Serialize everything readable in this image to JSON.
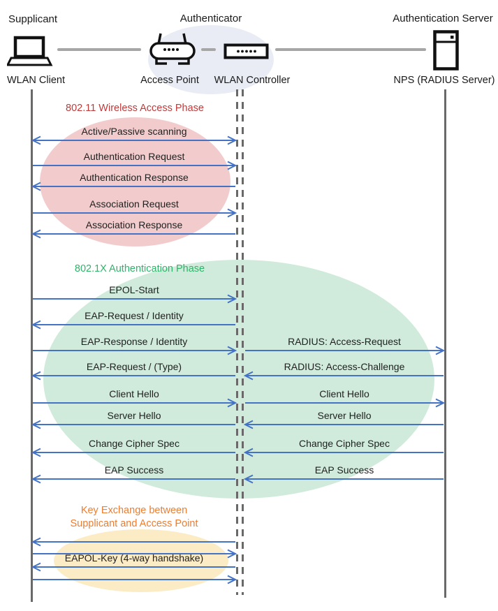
{
  "header": {
    "supplicant_role": "Supplicant",
    "authenticator_role": "Authenticator",
    "auth_server_role": "Authentication Server",
    "wlan_client": "WLAN Client",
    "access_point": "Access Point",
    "wlan_controller": "WLAN Controller",
    "nps": "NPS (RADIUS Server)",
    "authenticator_ellipse_color": "#e9ecf5"
  },
  "arrow_color": "#4472c4",
  "phases": [
    {
      "title": "802.11 Wireless Access Phase",
      "title_color": "#be3b3b",
      "ellipse_color": "#f2cccc",
      "messages": [
        {
          "left": {
            "label": "Active/Passive scanning",
            "direction": "bidirectional"
          }
        },
        {
          "left": {
            "label": "Authentication Request",
            "direction": "left-to-right"
          }
        },
        {
          "left": {
            "label": "Authentication Response",
            "direction": "right-to-left"
          }
        },
        {
          "left": {
            "label": "Association Request",
            "direction": "left-to-right"
          }
        },
        {
          "left": {
            "label": "Association Response",
            "direction": "right-to-left"
          }
        }
      ]
    },
    {
      "title": "802.1X Authentication Phase",
      "title_color": "#2eb468",
      "ellipse_color": "#d0ebdc",
      "messages": [
        {
          "left": {
            "label": "EPOL-Start",
            "direction": "left-to-right"
          }
        },
        {
          "left": {
            "label": "EAP-Request / Identity",
            "direction": "right-to-left"
          }
        },
        {
          "left": {
            "label": "EAP-Response / Identity",
            "direction": "left-to-right"
          },
          "right": {
            "label": "RADIUS: Access-Request",
            "direction": "left-to-right"
          }
        },
        {
          "left": {
            "label": "EAP-Request / (Type)",
            "direction": "right-to-left"
          },
          "right": {
            "label": "RADIUS: Access-Challenge",
            "direction": "right-to-left"
          }
        },
        {
          "left": {
            "label": "Client Hello",
            "direction": "left-to-right"
          },
          "right": {
            "label": "Client Hello",
            "direction": "left-to-right"
          }
        },
        {
          "left": {
            "label": "Server Hello",
            "direction": "right-to-left"
          },
          "right": {
            "label": "Server Hello",
            "direction": "right-to-left"
          }
        },
        {
          "left": {
            "label": "Change Cipher Spec",
            "direction": "right-to-left"
          },
          "right": {
            "label": "Change Cipher Spec",
            "direction": "right-to-left"
          }
        },
        {
          "left": {
            "label": "EAP Success",
            "direction": "right-to-left"
          },
          "right": {
            "label": "EAP Success",
            "direction": "right-to-left"
          }
        }
      ]
    },
    {
      "title": "Key Exchange between Supplicant and Access Point",
      "title_color": "#ed7d31",
      "ellipse_color": "#fcecc6",
      "messages": [
        {
          "left": {
            "label": "",
            "direction": "right-to-left"
          }
        },
        {
          "left": {
            "label": "",
            "direction": "left-to-right"
          }
        },
        {
          "left": {
            "label": "EAPOL-Key (4-way handshake)",
            "direction": "right-to-left"
          }
        },
        {
          "left": {
            "label": "",
            "direction": "left-to-right"
          }
        }
      ]
    }
  ]
}
